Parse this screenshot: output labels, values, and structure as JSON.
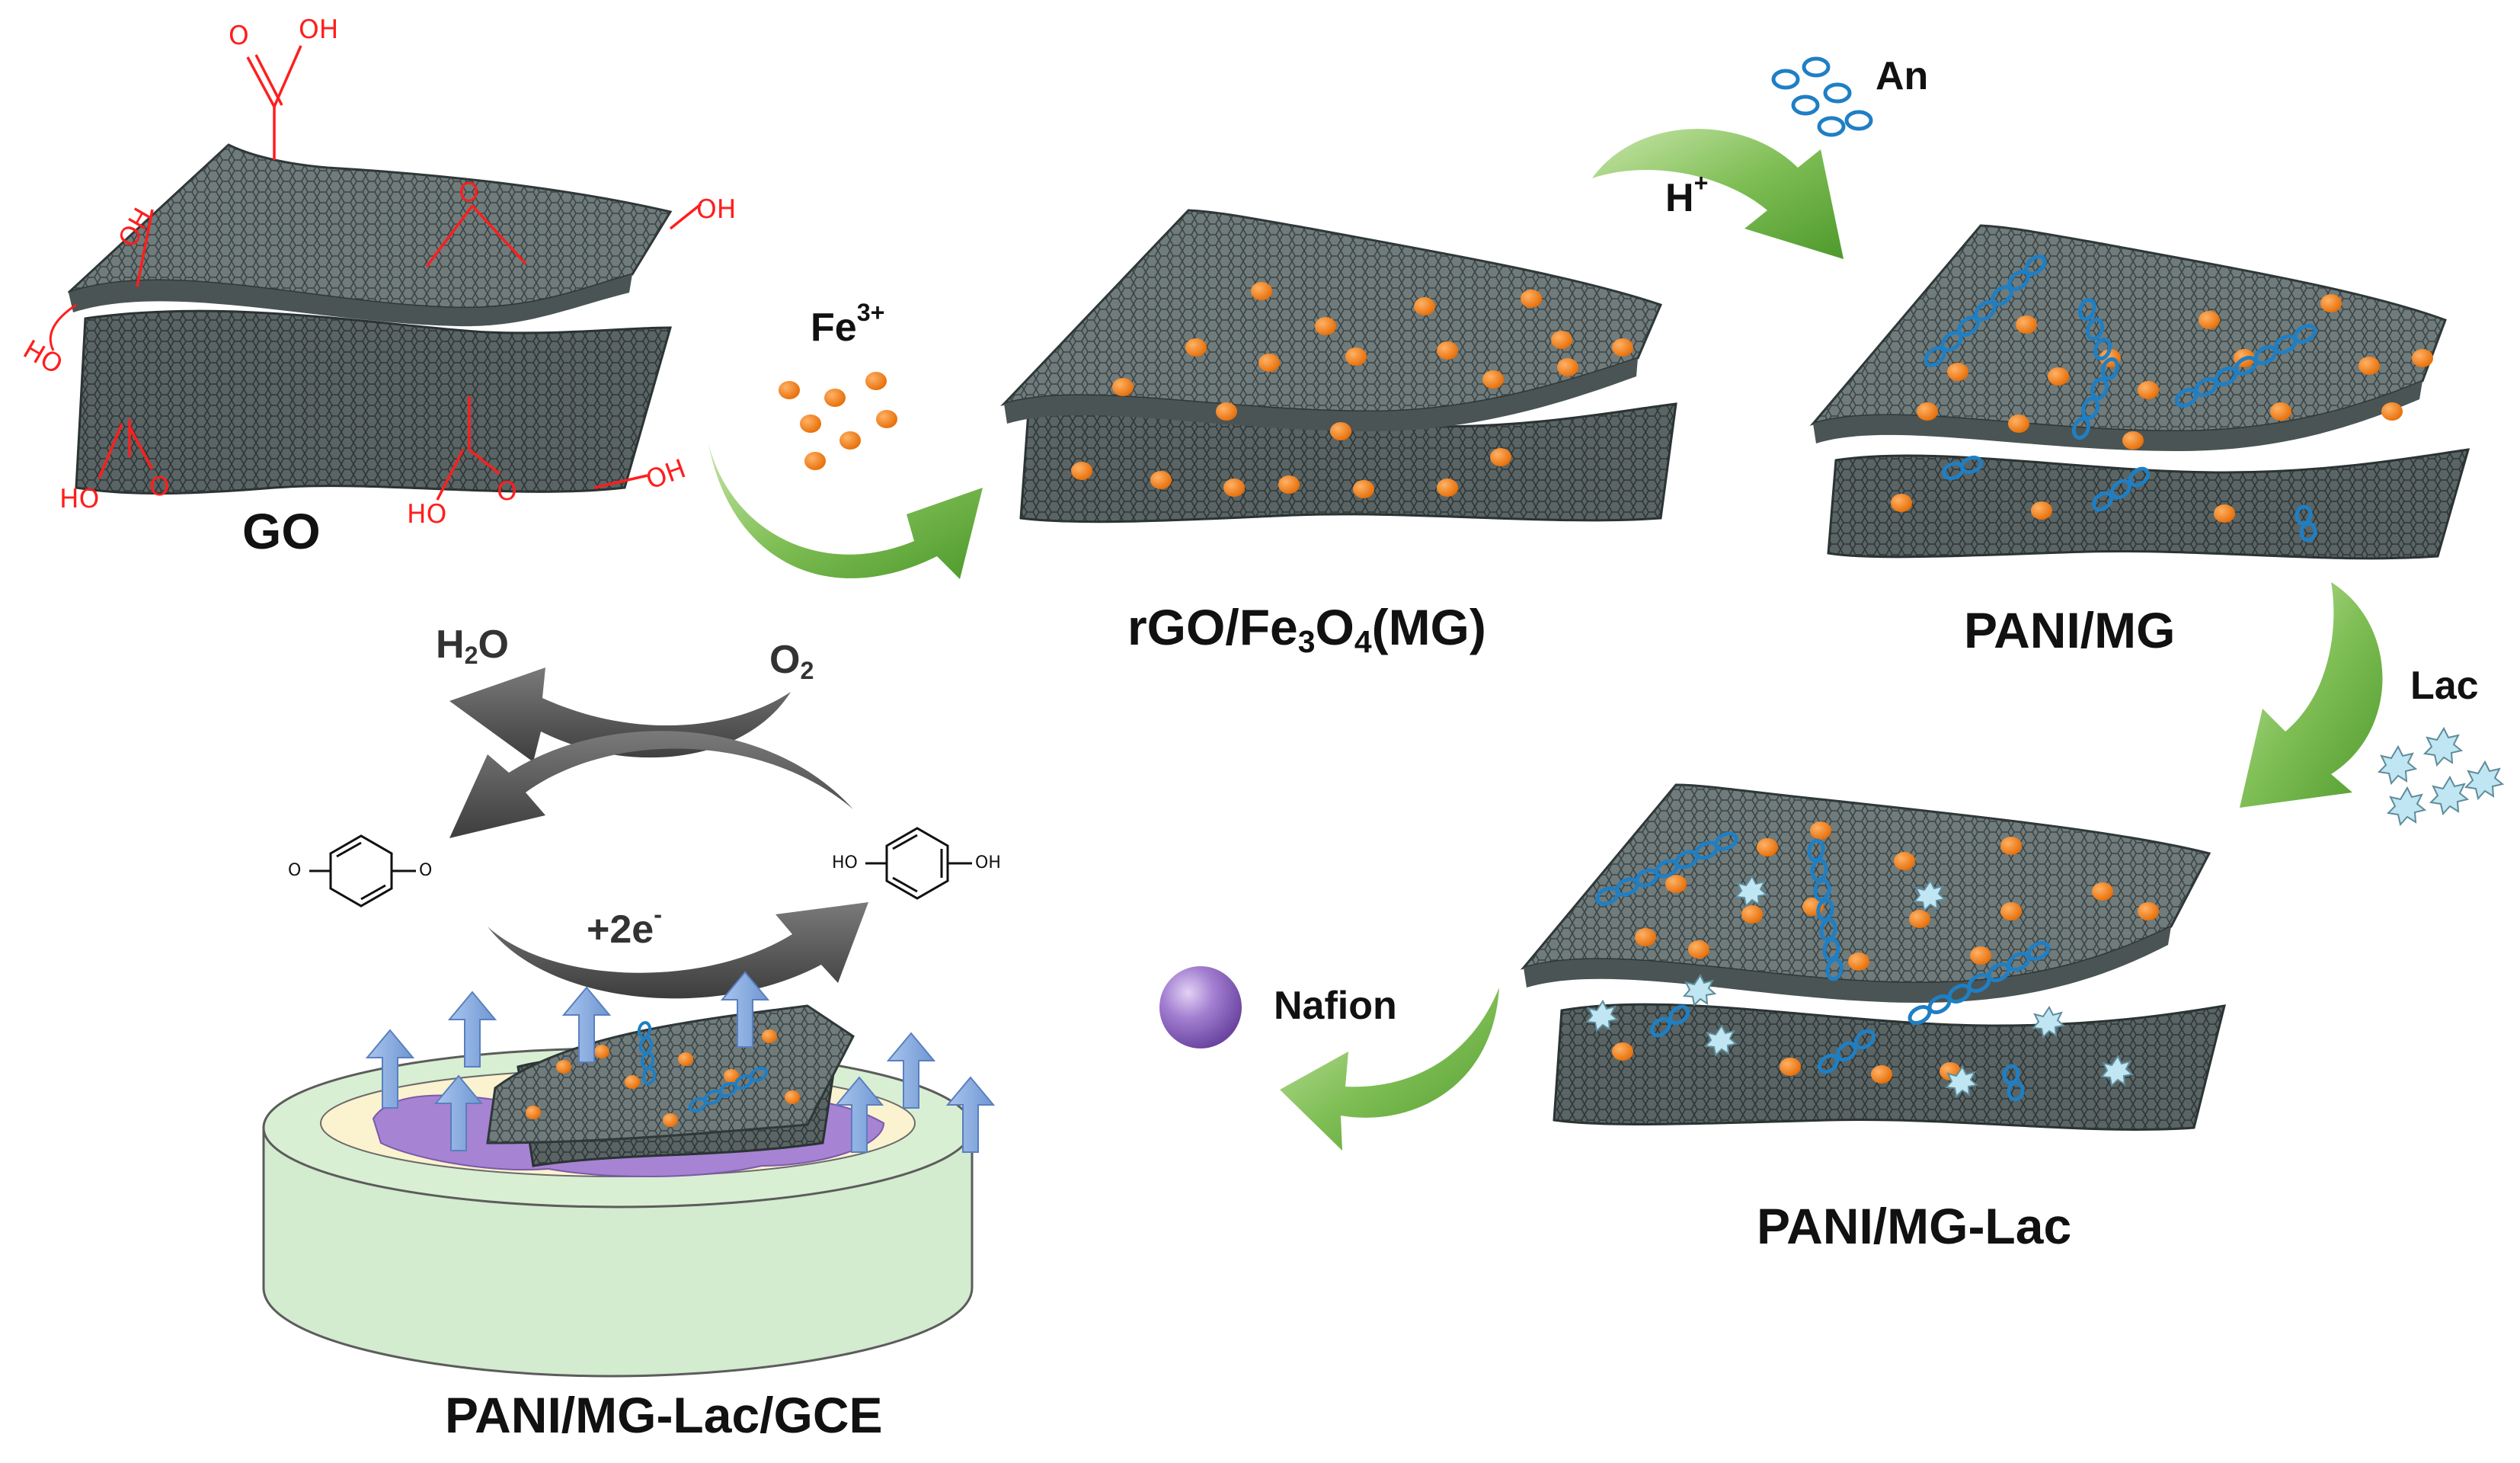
{
  "labels": {
    "go": "GO",
    "fe": "Fe",
    "fe_charge": "3+",
    "mg": "rGO/Fe",
    "mg_sub3": "3",
    "mg_o": "O",
    "mg_sub4": "4",
    "mg_tail": "(MG)",
    "h": "H",
    "h_charge": "+",
    "an": "An",
    "pani_mg": "PANI/MG",
    "lac": "Lac",
    "pani_mg_lac": "PANI/MG-Lac",
    "nafion": "Nafion",
    "h2o_h": "H",
    "h2o_sub": "2",
    "h2o_o": "O",
    "o2_o": "O",
    "o2_sub": "2",
    "electrons": "+2e",
    "electrons_sup": "-",
    "electrode": "PANI/MG-Lac/GCE"
  },
  "functional_groups": {
    "oh": "OH",
    "ho": "HO",
    "o": "O"
  },
  "molecule_groups": {
    "o": "O",
    "ho": "HO",
    "oh": "OH"
  },
  "colors": {
    "sheet": "#6f7a7a",
    "particle": "#f7861f",
    "polymer": "#1f7fc4",
    "enzyme": "#bfe6f2",
    "green_arrow": "#7dbb52",
    "grey_arrow": "#555555",
    "functional_group": "#ff1e1e",
    "nafion": "#9b72c9",
    "electrode": "#d3ebcf",
    "electrode_top": "#fbf2cf",
    "blue_arrow": "#8fb1e1"
  }
}
